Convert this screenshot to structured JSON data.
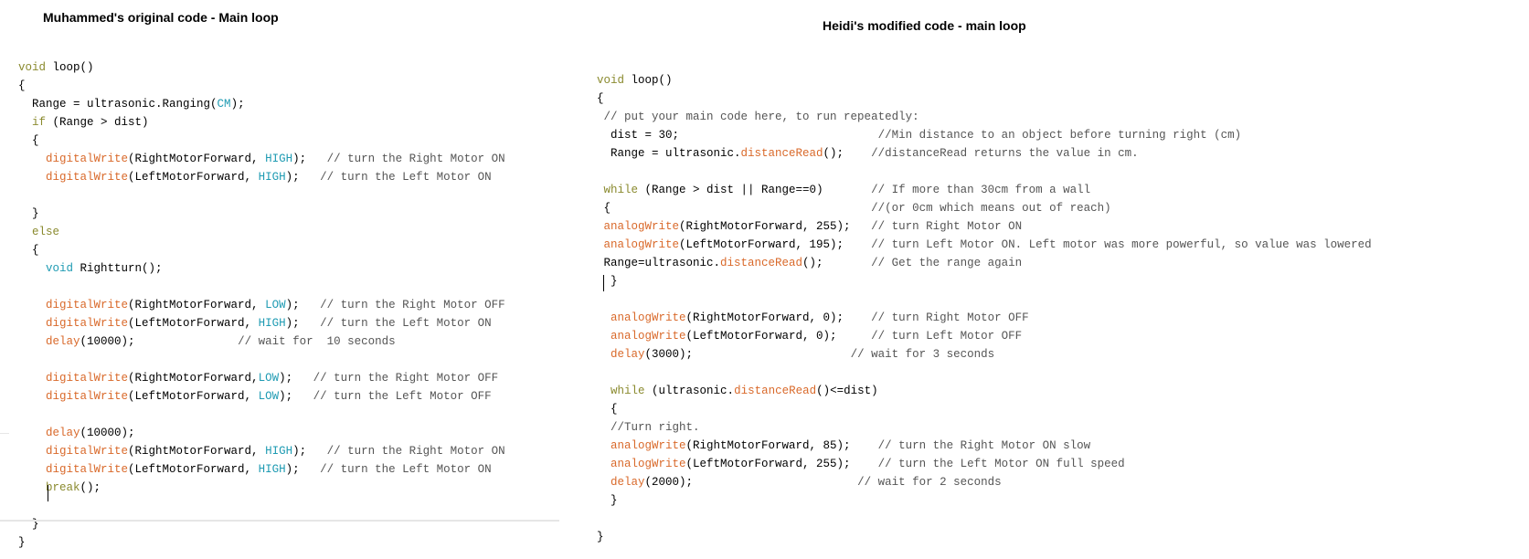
{
  "left": {
    "title": "Muhammed's original code - Main loop",
    "lines": [
      [
        [
          "k",
          "void "
        ],
        [
          "n",
          "loop()"
        ]
      ],
      [
        [
          "n",
          "{"
        ]
      ],
      [
        [
          "n",
          "  Range = ultrasonic.Ranging("
        ],
        [
          "t",
          "CM"
        ],
        [
          "n",
          ");"
        ]
      ],
      [
        [
          "n",
          "  "
        ],
        [
          "k",
          "if"
        ],
        [
          "n",
          " (Range > dist)"
        ]
      ],
      [
        [
          "n",
          "  {"
        ]
      ],
      [
        [
          "n",
          "    "
        ],
        [
          "f",
          "digitalWrite"
        ],
        [
          "n",
          "(RightMotorForward, "
        ],
        [
          "t",
          "HIGH"
        ],
        [
          "n",
          ");   "
        ],
        [
          "c",
          "// turn the Right Motor ON"
        ]
      ],
      [
        [
          "n",
          "    "
        ],
        [
          "f",
          "digitalWrite"
        ],
        [
          "n",
          "(LeftMotorForward, "
        ],
        [
          "t",
          "HIGH"
        ],
        [
          "n",
          ");   "
        ],
        [
          "c",
          "// turn the Left Motor ON"
        ]
      ],
      [
        [
          "n",
          ""
        ]
      ],
      [
        [
          "n",
          "  }"
        ]
      ],
      [
        [
          "n",
          "  "
        ],
        [
          "k",
          "else"
        ]
      ],
      [
        [
          "n",
          "  {"
        ]
      ],
      [
        [
          "n",
          "    "
        ],
        [
          "t",
          "void"
        ],
        [
          "n",
          " Rightturn();"
        ]
      ],
      [
        [
          "n",
          ""
        ]
      ],
      [
        [
          "n",
          "    "
        ],
        [
          "f",
          "digitalWrite"
        ],
        [
          "n",
          "(RightMotorForward, "
        ],
        [
          "t",
          "LOW"
        ],
        [
          "n",
          ");   "
        ],
        [
          "c",
          "// turn the Right Motor OFF"
        ]
      ],
      [
        [
          "n",
          "    "
        ],
        [
          "f",
          "digitalWrite"
        ],
        [
          "n",
          "(LeftMotorForward, "
        ],
        [
          "t",
          "HIGH"
        ],
        [
          "n",
          ");   "
        ],
        [
          "c",
          "// turn the Left Motor ON"
        ]
      ],
      [
        [
          "n",
          "    "
        ],
        [
          "f",
          "delay"
        ],
        [
          "n",
          "(10000);               "
        ],
        [
          "c",
          "// wait for  10 seconds"
        ]
      ],
      [
        [
          "n",
          ""
        ]
      ],
      [
        [
          "n",
          "    "
        ],
        [
          "f",
          "digitalWrite"
        ],
        [
          "n",
          "(RightMotorForward,"
        ],
        [
          "t",
          "LOW"
        ],
        [
          "n",
          ");   "
        ],
        [
          "c",
          "// turn the Right Motor OFF"
        ]
      ],
      [
        [
          "n",
          "    "
        ],
        [
          "f",
          "digitalWrite"
        ],
        [
          "n",
          "(LeftMotorForward, "
        ],
        [
          "t",
          "LOW"
        ],
        [
          "n",
          ");   "
        ],
        [
          "c",
          "// turn the Left Motor OFF"
        ]
      ],
      [
        [
          "n",
          ""
        ]
      ],
      [
        [
          "n",
          "    "
        ],
        [
          "f",
          "delay"
        ],
        [
          "n",
          "(10000);"
        ]
      ],
      [
        [
          "n",
          "    "
        ],
        [
          "f",
          "digitalWrite"
        ],
        [
          "n",
          "(RightMotorForward, "
        ],
        [
          "t",
          "HIGH"
        ],
        [
          "n",
          ");   "
        ],
        [
          "c",
          "// turn the Right Motor ON"
        ]
      ],
      [
        [
          "n",
          "    "
        ],
        [
          "f",
          "digitalWrite"
        ],
        [
          "n",
          "(LeftMotorForward, "
        ],
        [
          "t",
          "HIGH"
        ],
        [
          "n",
          ");   "
        ],
        [
          "c",
          "// turn the Left Motor ON"
        ]
      ],
      [
        [
          "n",
          "    "
        ],
        [
          "k",
          "break"
        ],
        [
          "n",
          "();"
        ]
      ],
      [
        [
          "n",
          ""
        ]
      ],
      [
        [
          "n",
          "  }"
        ]
      ],
      [
        [
          "n",
          "}"
        ]
      ]
    ]
  },
  "right": {
    "title": "Heidi's modified code - main loop",
    "lines": [
      [
        [
          "k",
          "void "
        ],
        [
          "n",
          "loop()"
        ]
      ],
      [
        [
          "n",
          "{"
        ]
      ],
      [
        [
          "n",
          " "
        ],
        [
          "c",
          "// put your main code here, to run repeatedly:"
        ]
      ],
      [
        [
          "n",
          "  dist = 30;                             "
        ],
        [
          "c",
          "//Min distance to an object before turning right (cm)"
        ]
      ],
      [
        [
          "n",
          "  Range = ultrasonic."
        ],
        [
          "f",
          "distanceRead"
        ],
        [
          "n",
          "();    "
        ],
        [
          "c",
          "//distanceRead returns the value in cm."
        ]
      ],
      [
        [
          "n",
          ""
        ]
      ],
      [
        [
          "n",
          " "
        ],
        [
          "k",
          "while"
        ],
        [
          "n",
          " (Range > dist || Range==0)       "
        ],
        [
          "c",
          "// If more than 30cm from a wall"
        ]
      ],
      [
        [
          "n",
          " {                                      "
        ],
        [
          "c",
          "//(or 0cm which means out of reach)"
        ]
      ],
      [
        [
          "n",
          " "
        ],
        [
          "f",
          "analogWrite"
        ],
        [
          "n",
          "(RightMotorForward, 255);   "
        ],
        [
          "c",
          "// turn Right Motor ON"
        ]
      ],
      [
        [
          "n",
          " "
        ],
        [
          "f",
          "analogWrite"
        ],
        [
          "n",
          "(LeftMotorForward, 195);    "
        ],
        [
          "c",
          "// turn Left Motor ON. Left motor was more powerful, so value was lowered"
        ]
      ],
      [
        [
          "n",
          " Range=ultrasonic."
        ],
        [
          "f",
          "distanceRead"
        ],
        [
          "n",
          "();       "
        ],
        [
          "c",
          "// Get the range again"
        ]
      ],
      [
        [
          "n",
          "  }"
        ]
      ],
      [
        [
          "n",
          ""
        ]
      ],
      [
        [
          "n",
          "  "
        ],
        [
          "f",
          "analogWrite"
        ],
        [
          "n",
          "(RightMotorForward, 0);    "
        ],
        [
          "c",
          "// turn Right Motor OFF"
        ]
      ],
      [
        [
          "n",
          "  "
        ],
        [
          "f",
          "analogWrite"
        ],
        [
          "n",
          "(LeftMotorForward, 0);     "
        ],
        [
          "c",
          "// turn Left Motor OFF"
        ]
      ],
      [
        [
          "n",
          "  "
        ],
        [
          "f",
          "delay"
        ],
        [
          "n",
          "(3000);                       "
        ],
        [
          "c",
          "// wait for 3 seconds"
        ]
      ],
      [
        [
          "n",
          ""
        ]
      ],
      [
        [
          "n",
          "  "
        ],
        [
          "k",
          "while"
        ],
        [
          "n",
          " (ultrasonic."
        ],
        [
          "f",
          "distanceRead"
        ],
        [
          "n",
          "()<=dist)"
        ]
      ],
      [
        [
          "n",
          "  {"
        ]
      ],
      [
        [
          "n",
          "  "
        ],
        [
          "c",
          "//Turn right."
        ]
      ],
      [
        [
          "n",
          "  "
        ],
        [
          "f",
          "analogWrite"
        ],
        [
          "n",
          "(RightMotorForward, 85);    "
        ],
        [
          "c",
          "// turn the Right Motor ON slow"
        ]
      ],
      [
        [
          "n",
          "  "
        ],
        [
          "f",
          "analogWrite"
        ],
        [
          "n",
          "(LeftMotorForward, 255);    "
        ],
        [
          "c",
          "// turn the Left Motor ON full speed"
        ]
      ],
      [
        [
          "n",
          "  "
        ],
        [
          "f",
          "delay"
        ],
        [
          "n",
          "(2000);                        "
        ],
        [
          "c",
          "// wait for 2 seconds"
        ]
      ],
      [
        [
          "n",
          "  }"
        ]
      ],
      [
        [
          "n",
          ""
        ]
      ],
      [
        [
          "n",
          "}"
        ]
      ]
    ]
  }
}
